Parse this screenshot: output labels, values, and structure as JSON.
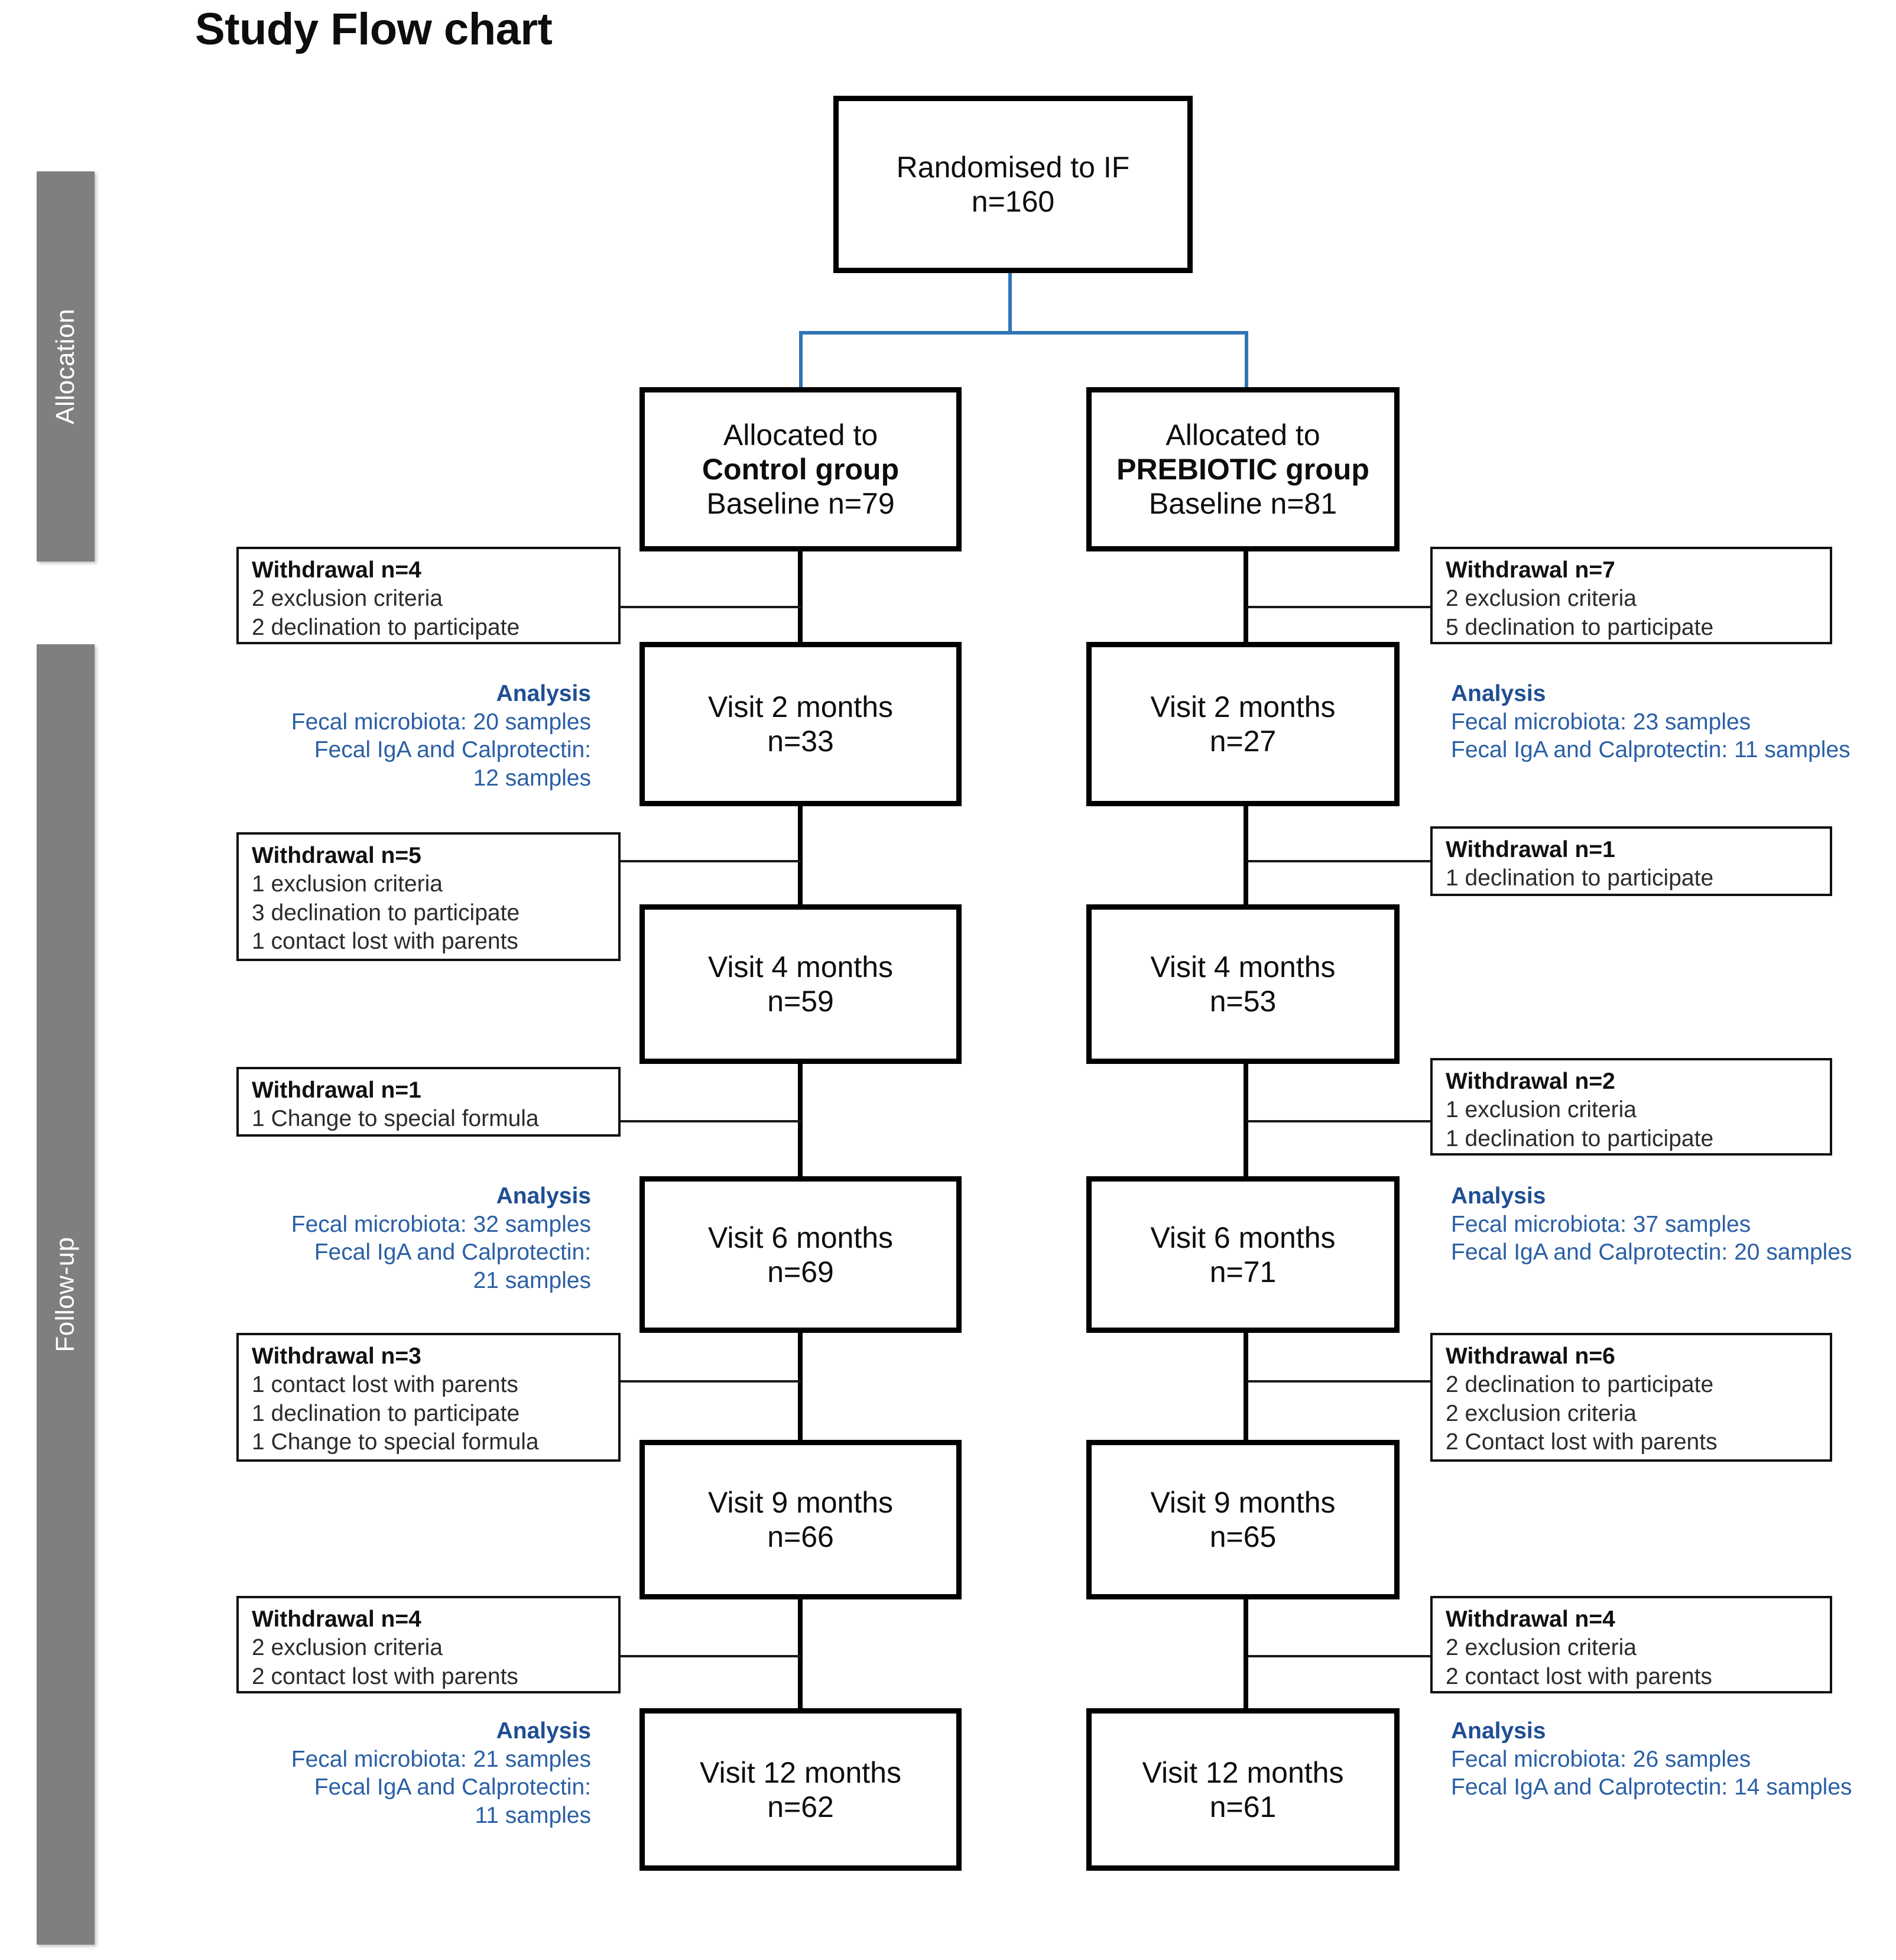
{
  "title": "Study Flow chart",
  "phases": [
    {
      "label": "Allocation"
    },
    {
      "label": "Follow-up"
    }
  ],
  "enrollment": {
    "line1": "Randomised to IF",
    "line2": "n=160"
  },
  "arms": [
    {
      "id": "control",
      "allocation": {
        "line1": "Allocated to",
        "line2": "Control group",
        "line3": "Baseline n=79"
      },
      "visits": [
        {
          "label": "Visit 2 months",
          "n": "n=33"
        },
        {
          "label": "Visit 4 months",
          "n": "n=59"
        },
        {
          "label": "Visit 6 months",
          "n": "n=69"
        },
        {
          "label": "Visit 9 months",
          "n": "n=66"
        },
        {
          "label": "Visit 12 months",
          "n": "n=62"
        }
      ],
      "withdrawals": [
        {
          "title": "Withdrawal n=4",
          "reasons": [
            "2 exclusion criteria",
            "2 declination to participate"
          ]
        },
        {
          "title": "Withdrawal n=5",
          "reasons": [
            "1 exclusion criteria",
            "3 declination to participate",
            "1 contact lost with parents"
          ]
        },
        {
          "title": "Withdrawal n=1",
          "reasons": [
            "1 Change to special formula"
          ]
        },
        {
          "title": "Withdrawal n=3",
          "reasons": [
            "1 contact lost with parents",
            "1 declination to participate",
            "1 Change to special formula"
          ]
        },
        {
          "title": "Withdrawal n=4",
          "reasons": [
            "2 exclusion criteria",
            "2 contact lost with parents"
          ]
        }
      ],
      "analyses": [
        {
          "title": "Analysis",
          "lines": [
            "Fecal microbiota: 20 samples",
            "Fecal IgA and Calprotectin:",
            "12 samples"
          ]
        },
        {
          "title": "Analysis",
          "lines": [
            "Fecal microbiota: 32 samples",
            "Fecal IgA and Calprotectin:",
            "21 samples"
          ]
        },
        {
          "title": "Analysis",
          "lines": [
            "Fecal microbiota: 21 samples",
            "Fecal IgA and Calprotectin:",
            "11 samples"
          ]
        }
      ]
    },
    {
      "id": "prebiotic",
      "allocation": {
        "line1": "Allocated to",
        "line2": "PREBIOTIC group",
        "line3": "Baseline n=81"
      },
      "visits": [
        {
          "label": "Visit 2 months",
          "n": "n=27"
        },
        {
          "label": "Visit 4 months",
          "n": "n=53"
        },
        {
          "label": "Visit 6 months",
          "n": "n=71"
        },
        {
          "label": "Visit 9 months",
          "n": "n=65"
        },
        {
          "label": "Visit 12 months",
          "n": "n=61"
        }
      ],
      "withdrawals": [
        {
          "title": "Withdrawal n=7",
          "reasons": [
            "2 exclusion criteria",
            "5 declination to participate"
          ]
        },
        {
          "title": "Withdrawal n=1",
          "reasons": [
            "1 declination to participate"
          ]
        },
        {
          "title": "Withdrawal n=2",
          "reasons": [
            "1 exclusion criteria",
            "1 declination to participate"
          ]
        },
        {
          "title": "Withdrawal n=6",
          "reasons": [
            "2 declination to participate",
            "2 exclusion criteria",
            "2 Contact lost with parents"
          ]
        },
        {
          "title": "Withdrawal n=4",
          "reasons": [
            "2 exclusion criteria",
            "2 contact lost with parents"
          ]
        }
      ],
      "analyses": [
        {
          "title": "Analysis",
          "lines": [
            "Fecal microbiota: 23 samples",
            "Fecal IgA and Calprotectin: 11 samples"
          ]
        },
        {
          "title": "Analysis",
          "lines": [
            "Fecal microbiota: 37 samples",
            "Fecal IgA and Calprotectin: 20 samples"
          ]
        },
        {
          "title": "Analysis",
          "lines": [
            "Fecal microbiota: 26 samples",
            "Fecal IgA and Calprotectin: 14 samples"
          ]
        }
      ]
    }
  ],
  "colors": {
    "phase_bar": "#7f7f7f",
    "connector_blue": "#2e75b6",
    "analysis_text": "#2a5fa5",
    "box_border": "#000000"
  }
}
